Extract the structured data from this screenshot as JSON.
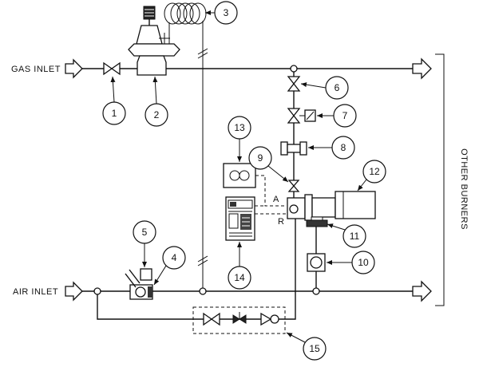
{
  "labels": {
    "gas_inlet": "GAS INLET",
    "air_inlet": "AIR INLET",
    "other_burners": "OTHER BURNERS",
    "port_a": "A",
    "port_r": "R"
  },
  "callouts": [
    "1",
    "2",
    "3",
    "4",
    "5",
    "6",
    "7",
    "8",
    "9",
    "10",
    "11",
    "12",
    "13",
    "14",
    "15"
  ]
}
